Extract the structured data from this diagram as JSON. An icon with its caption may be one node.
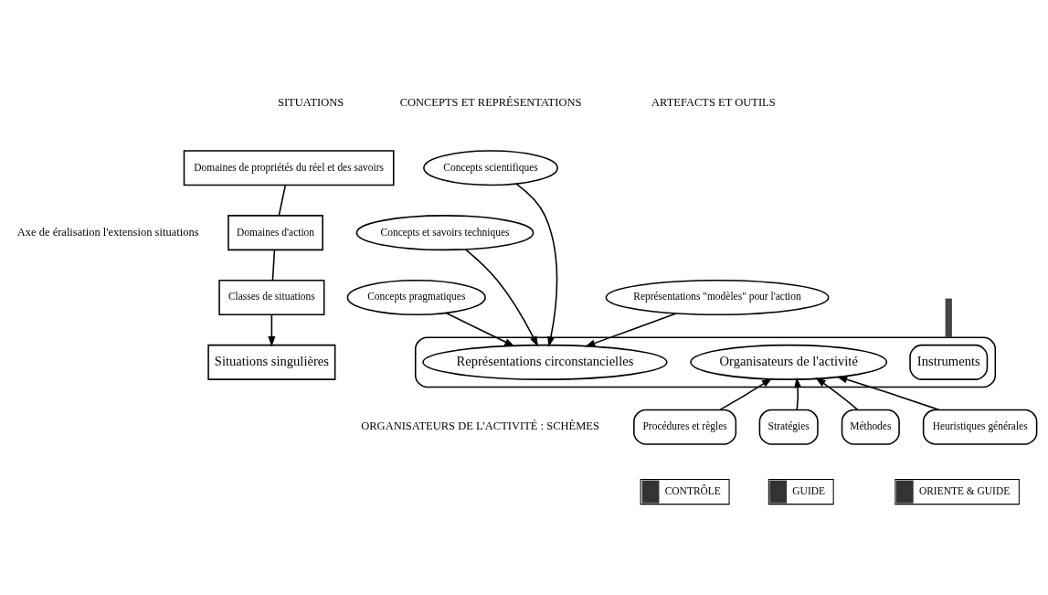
{
  "diagram": {
    "nodes": [
      {
        "text": [
          "Domaines de propriétés du réel et des savoirs"
        ]
      },
      {
        "text": [
          "Domaines d'action"
        ]
      },
      {
        "text": [
          "Classes de situations"
        ]
      },
      {
        "text": [
          "Situations singulières"
        ]
      },
      {
        "text": [
          "Concepts scientifiques"
        ]
      },
      {
        "text": [
          "Concepts et savoirs techniques"
        ]
      },
      {
        "text": [
          "Concepts pragmatiques"
        ]
      },
      {
        "text": [
          "Représentations \"modèles\" pour l'action"
        ]
      },
      {
        "text": [],
        "shape": "box"
      },
      {
        "text": [
          "Instruments"
        ],
        "in": 8
      },
      {
        "text": [
          "Représentations circonstancielles"
        ],
        "in": 8
      },
      {
        "text": [
          "Organisateurs de l'activité"
        ],
        "in": 8
      },
      {
        "text": [
          "Procédures et règles"
        ]
      },
      {
        "text": [
          "Stratégies"
        ]
      },
      {
        "text": [
          "Méthodes"
        ]
      },
      {
        "text": [
          "Heuristiques générales"
        ]
      },
      {
        "text": [
          "CONTRÔLE"
        ]
      },
      {
        "text": [
          "GUIDE"
        ]
      },
      {
        "text": [
          "ORIENTE & GUIDE"
        ]
      }
    ],
    "edges": [
      {
        "from": 0,
        "to": 1,
        "arrow": "none"
      },
      {
        "from": 1,
        "to": 2,
        "arrow": "none"
      },
      {
        "from": 2,
        "to": 3,
        "arrow": "to"
      },
      {
        "from": 4,
        "to": 10,
        "arrow": "to"
      },
      {
        "from": 5,
        "to": 10,
        "arrow": "to"
      },
      {
        "from": 6,
        "to": 10,
        "arrow": "to"
      },
      {
        "from": 7,
        "to": 10,
        "arrow": "to"
      },
      {
        "from": 12,
        "to": 11,
        "arrow": "to"
      },
      {
        "from": 13,
        "to": 11,
        "arrow": "to"
      },
      {
        "from": 14,
        "to": 11,
        "arrow": "to"
      },
      {
        "from": 15,
        "to": 11,
        "arrow": "to"
      },
      {
        "from": null,
        "to": 8,
        "arrow": "none",
        "style": "thick"
      }
    ],
    "labels": [
      "SITUATIONS",
      "CONCEPTS ET REPRÉSENTATIONS",
      "ARTEFACTS ET OUTILS",
      "Axe de éralisation l'extension situations",
      "ORGANISATEURS DE L'ACTIVITÉ : SCHÈMES"
    ]
  }
}
